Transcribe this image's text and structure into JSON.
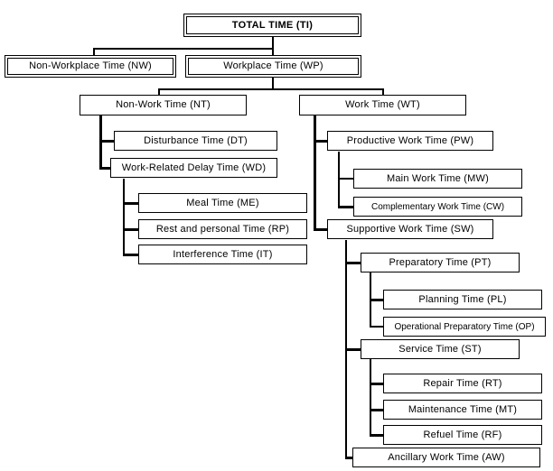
{
  "diagram": {
    "title": "TOTAL TIME (TI) work time classification hierarchy",
    "colors": {
      "line": "#000000",
      "box_fill": "#ffffff",
      "text": "#000000"
    },
    "nodes": {
      "tt": {
        "label": "TOTAL TIME (TI)",
        "code": "TI",
        "level": 0
      },
      "nw": {
        "label": "Non-Workplace Time (NW)",
        "code": "NW",
        "level": 1
      },
      "wp": {
        "label": "Workplace Time (WP)",
        "code": "WP",
        "level": 1
      },
      "nt": {
        "label": "Non-Work Time (NT)",
        "code": "NT",
        "level": 2
      },
      "wt": {
        "label": "Work Time (WT)",
        "code": "WT",
        "level": 2
      },
      "dt": {
        "label": "Disturbance Time (DT)",
        "code": "DT",
        "level": 3
      },
      "wd": {
        "label": "Work-Related Delay Time (WD)",
        "code": "WD",
        "level": 3
      },
      "me": {
        "label": "Meal Time (ME)",
        "code": "ME",
        "level": 4
      },
      "rp": {
        "label": "Rest and personal Time (RP)",
        "code": "RP",
        "level": 4
      },
      "it": {
        "label": "Interference Time (IT)",
        "code": "IT",
        "level": 4
      },
      "pw": {
        "label": "Productive Work Time (PW)",
        "code": "PW",
        "level": 3
      },
      "mw": {
        "label": "Main Work Time (MW)",
        "code": "MW",
        "level": 4
      },
      "cw": {
        "label": "Complementary Work Time (CW)",
        "code": "CW",
        "level": 4
      },
      "sw": {
        "label": "Supportive Work Time (SW)",
        "code": "SW",
        "level": 3
      },
      "pt": {
        "label": "Preparatory Time (PT)",
        "code": "PT",
        "level": 4
      },
      "pl": {
        "label": "Planning Time (PL)",
        "code": "PL",
        "level": 5
      },
      "op": {
        "label": "Operational Preparatory Time (OP)",
        "code": "OP",
        "level": 5
      },
      "st": {
        "label": "Service Time (ST)",
        "code": "ST",
        "level": 4
      },
      "rt": {
        "label": "Repair Time (RT)",
        "code": "RT",
        "level": 5
      },
      "mt": {
        "label": "Maintenance Time (MT)",
        "code": "MT",
        "level": 5
      },
      "rf": {
        "label": "Refuel Time (RF)",
        "code": "RF",
        "level": 5
      },
      "aw": {
        "label": "Ancillary Work Time (AW)",
        "code": "AW",
        "level": 4
      }
    },
    "edges": [
      [
        "tt",
        "nw"
      ],
      [
        "tt",
        "wp"
      ],
      [
        "wp",
        "nt"
      ],
      [
        "wp",
        "wt"
      ],
      [
        "nt",
        "dt"
      ],
      [
        "nt",
        "wd"
      ],
      [
        "wd",
        "me"
      ],
      [
        "wd",
        "rp"
      ],
      [
        "wd",
        "it"
      ],
      [
        "wt",
        "pw"
      ],
      [
        "wt",
        "sw"
      ],
      [
        "pw",
        "mw"
      ],
      [
        "pw",
        "cw"
      ],
      [
        "sw",
        "pt"
      ],
      [
        "sw",
        "st"
      ],
      [
        "sw",
        "aw"
      ],
      [
        "pt",
        "pl"
      ],
      [
        "pt",
        "op"
      ],
      [
        "st",
        "rt"
      ],
      [
        "st",
        "mt"
      ],
      [
        "st",
        "rf"
      ]
    ]
  }
}
